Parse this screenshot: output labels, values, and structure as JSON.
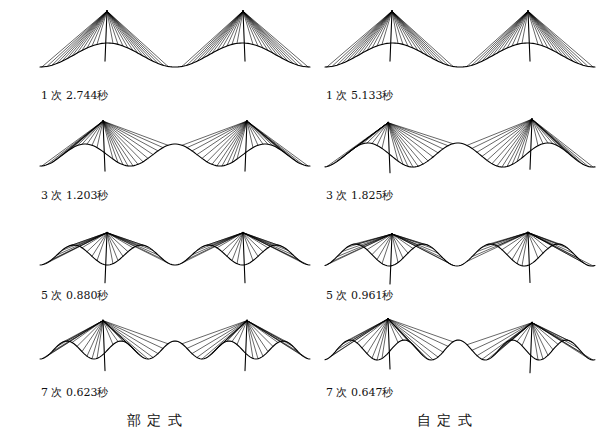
{
  "diagram": {
    "labels": [
      "1 次 2.744秒",
      "1 次 5.133秒",
      "3 次 1.203秒",
      "3 次 1.825秒",
      "5 次 0.880秒",
      "5 次 0.961秒",
      "7 次 0.623秒",
      "7 次 0.647秒",
      "部 定 式",
      "自 定 式"
    ]
  }
}
